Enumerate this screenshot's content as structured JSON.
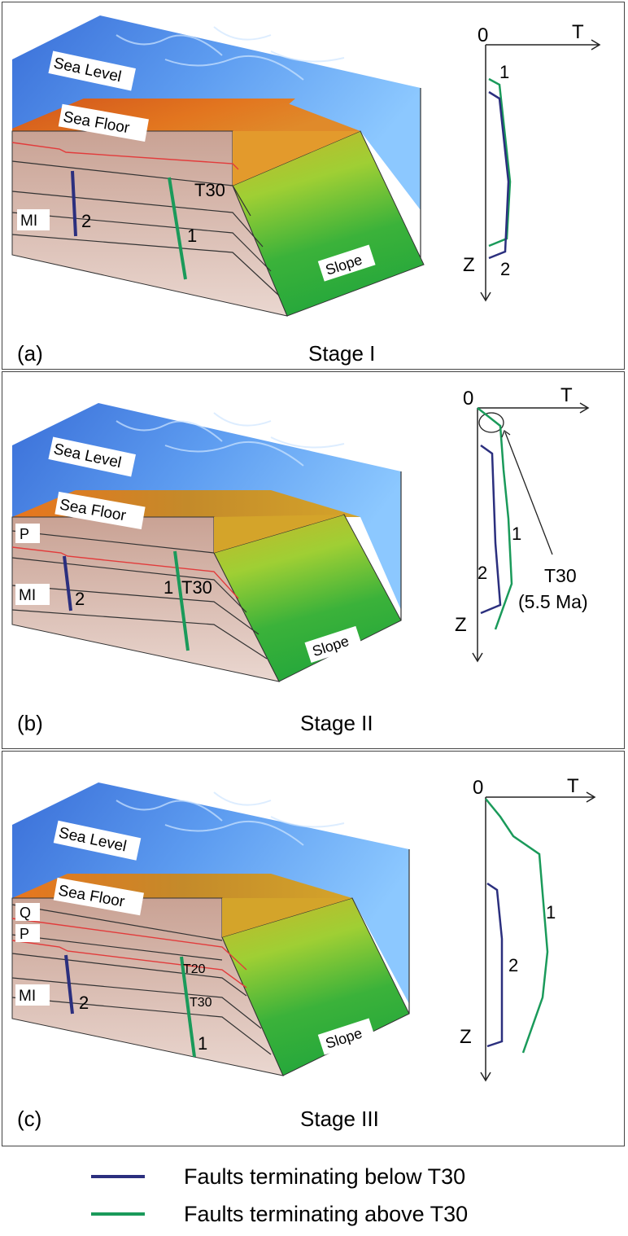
{
  "panels": [
    {
      "id": "a",
      "letter": "(a)",
      "stage": "Stage I",
      "sea_level": "Sea Level",
      "sea_floor": "Sea Floor",
      "slope": "Slope",
      "horizons": [
        "T30",
        "MI"
      ],
      "fault_labels": [
        "1",
        "2"
      ],
      "plot": {
        "origin": "0",
        "x_axis": "T",
        "y_axis": "Z",
        "curve_labels": [
          "1",
          "2"
        ]
      }
    },
    {
      "id": "b",
      "letter": "(b)",
      "stage": "Stage II",
      "sea_level": "Sea Level",
      "sea_floor": "Sea Floor",
      "slope": "Slope",
      "horizons": [
        "P",
        "T30",
        "MI"
      ],
      "fault_labels": [
        "1",
        "2"
      ],
      "plot": {
        "origin": "0",
        "x_axis": "T",
        "y_axis": "Z",
        "curve_labels": [
          "1",
          "2"
        ],
        "annotation": "T30",
        "annotation_sub": "(5.5 Ma)"
      }
    },
    {
      "id": "c",
      "letter": "(c)",
      "stage": "Stage III",
      "sea_level": "Sea Level",
      "sea_floor": "Sea Floor",
      "slope": "Slope",
      "horizons": [
        "Q",
        "P",
        "T20",
        "T30",
        "MI"
      ],
      "fault_labels": [
        "1",
        "2"
      ],
      "plot": {
        "origin": "0",
        "x_axis": "T",
        "y_axis": "Z",
        "curve_labels": [
          "1",
          "2"
        ]
      }
    }
  ],
  "legend": [
    {
      "label": "Faults terminating below T30",
      "color": "#2b2f7e"
    },
    {
      "label": "Faults terminating above T30",
      "color": "#1a9a5a"
    }
  ]
}
